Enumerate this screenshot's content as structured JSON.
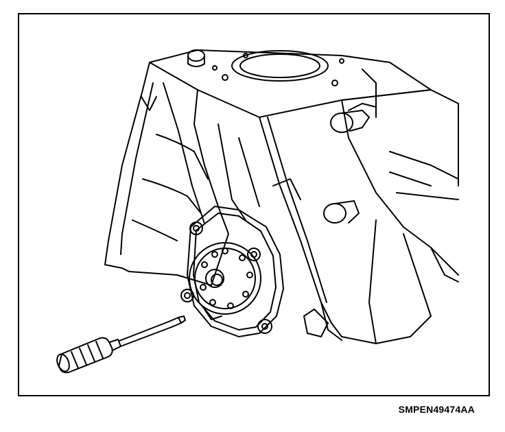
{
  "figure": {
    "id_label": "SMPEN49474AA"
  },
  "colors": {
    "ink": "#000000",
    "paper": "#ffffff"
  },
  "parts": {
    "engine_block": "engine-block",
    "seal_housing": "rear-seal-housing",
    "screwdriver": "screwdriver"
  }
}
